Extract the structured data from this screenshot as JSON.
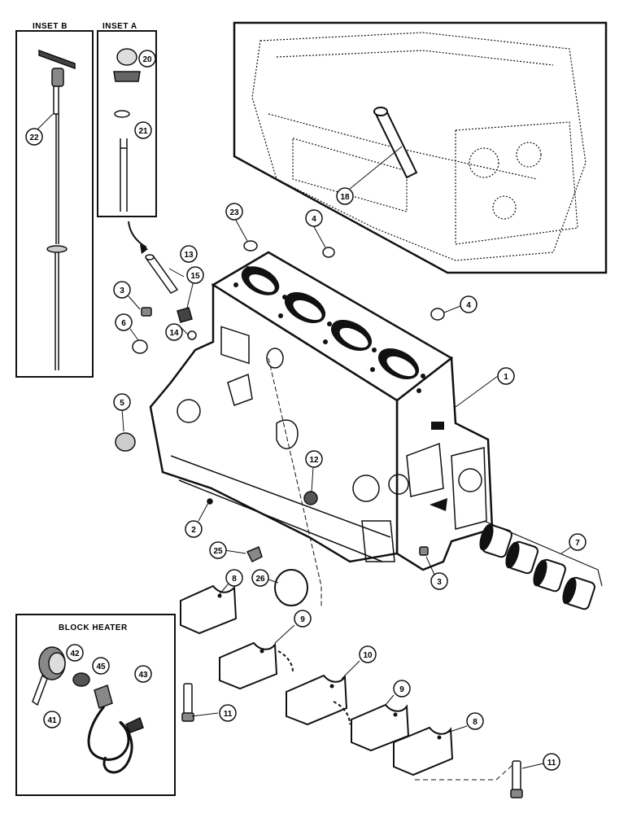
{
  "insets": {
    "inset_b_title": "INSET B",
    "inset_a_title": "INSET A",
    "block_heater_title": "BLOCK HEATER"
  },
  "callouts": {
    "c1": "1",
    "c2": "2",
    "c3a": "3",
    "c3b": "3",
    "c4a": "4",
    "c4b": "4",
    "c5": "5",
    "c6": "6",
    "c7": "7",
    "c8a": "8",
    "c8b": "8",
    "c9a": "9",
    "c9b": "9",
    "c10": "10",
    "c11a": "11",
    "c11b": "11",
    "c12": "12",
    "c13": "13",
    "c14": "14",
    "c15": "15",
    "c18": "18",
    "c20": "20",
    "c21": "21",
    "c22": "22",
    "c23": "23",
    "c25": "25",
    "c26": "26",
    "c41": "41",
    "c42": "42",
    "c43": "43",
    "c45": "45"
  },
  "colors": {
    "ink": "#111111",
    "paper": "#ffffff"
  }
}
